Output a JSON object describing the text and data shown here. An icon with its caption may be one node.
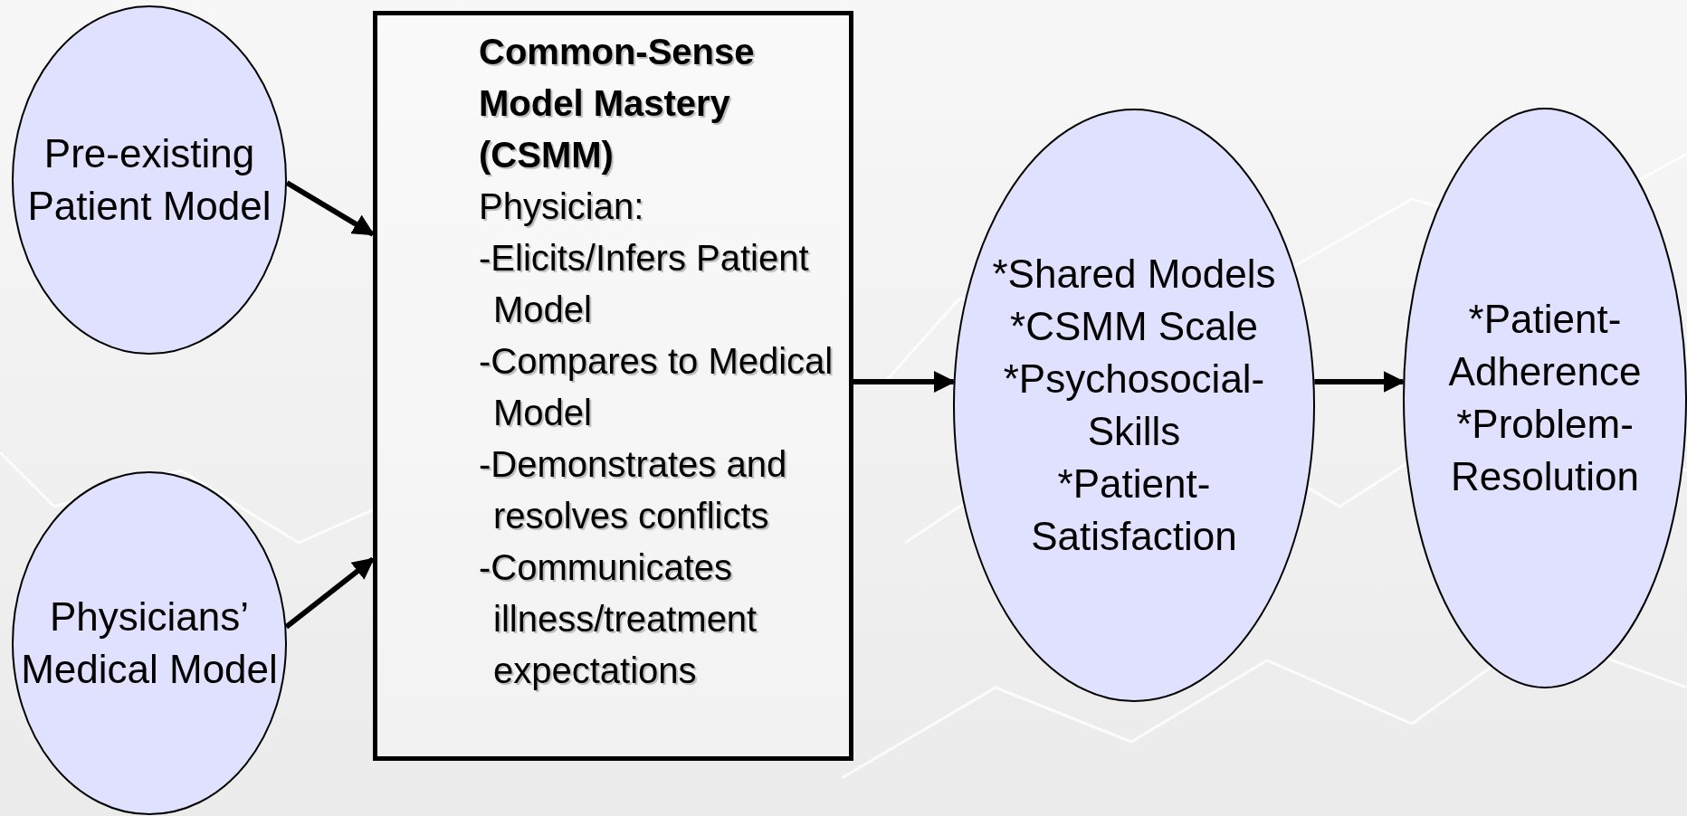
{
  "diagram": {
    "nodes": [
      {
        "text": [
          "Pre-existing Patient Model"
        ]
      },
      {
        "text": [
          "Physicians’ Medical Model"
        ]
      },
      {
        "text": [
          "Common-Sense Model Mastery (CSMM)",
          "Physician:",
          "-Elicits/Infers Patient Model",
          "-Compares to Medical Model",
          "-Demonstrates and resolves conflicts",
          "-Communicates illness/treatment expectations"
        ]
      },
      {
        "text": [
          "*Shared Models",
          "*CSMM Scale",
          "*Psychosocial- Skills",
          "*Patient- Satisfaction"
        ]
      },
      {
        "text": [
          "*Patient- Adherence",
          "*Problem- Resolution"
        ]
      }
    ],
    "edges": [
      {
        "from": 0,
        "to": 2,
        "arrow": "to"
      },
      {
        "from": 1,
        "to": 2,
        "arrow": "to"
      },
      {
        "from": 2,
        "to": 3,
        "arrow": "to"
      },
      {
        "from": 3,
        "to": 4,
        "arrow": "to"
      }
    ]
  }
}
